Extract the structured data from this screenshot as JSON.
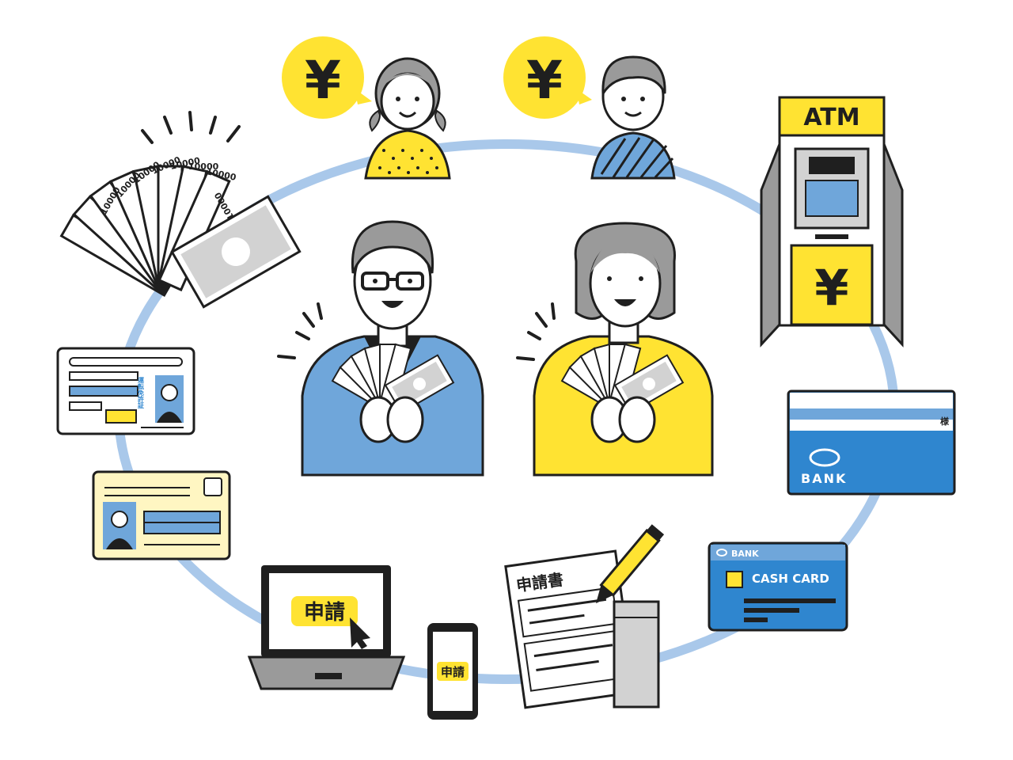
{
  "scene": {
    "yen_symbol": "¥",
    "atm_label": "ATM",
    "bank_label": "BANK",
    "passbook_honorific": "様",
    "cash_card_brand": "BANK",
    "cash_card_title": "CASH CARD",
    "license_label": "運転免許証",
    "laptop_button": "申請",
    "phone_button": "申請",
    "form_title": "申請書",
    "banknote_value": "10000"
  },
  "colors": {
    "yellow": "#FFE332",
    "blue": "#6FA6DA",
    "bank_blue": "#2F86CF",
    "ring": "#A9C8EA",
    "ink": "#1F1F1F"
  }
}
